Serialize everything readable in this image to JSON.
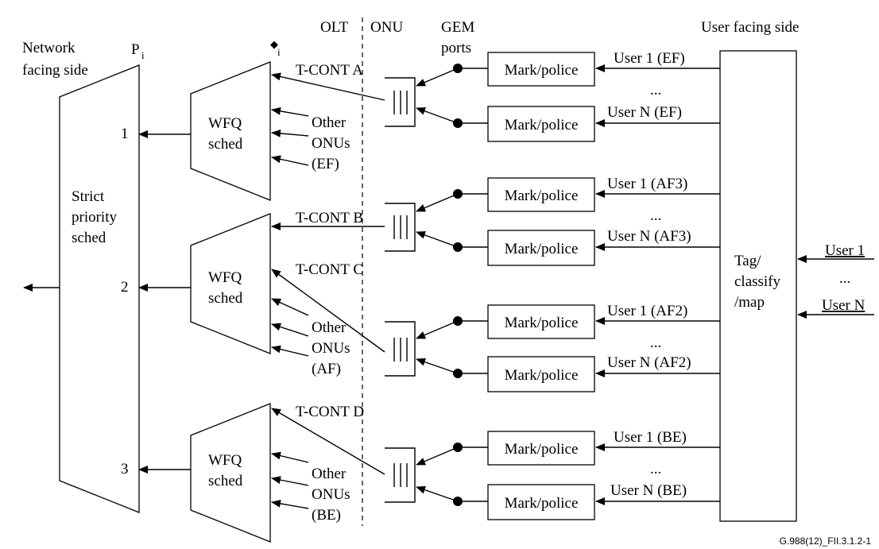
{
  "headers": {
    "network_side": [
      "Network",
      "facing side"
    ],
    "p_label": "P",
    "p_sub": "i",
    "phi_label": "◆",
    "phi_sub": "i",
    "olt": "OLT",
    "onu": "ONU",
    "gem": [
      "GEM",
      "ports"
    ],
    "user_side": "User facing side"
  },
  "strict": [
    "Strict",
    "priority",
    "sched"
  ],
  "priorities": [
    "1",
    "2",
    "3"
  ],
  "wfq": [
    {
      "label": [
        "WFQ",
        "sched"
      ],
      "other": [
        "Other",
        "ONUs",
        "(EF)"
      ],
      "tcont": "T-CONT A"
    },
    {
      "label": [
        "WFQ",
        "sched"
      ],
      "other": [
        "Other",
        "ONUs",
        "(AF)"
      ],
      "tcont": "T-CONT B"
    },
    {
      "label": [
        "WFQ",
        "sched"
      ],
      "other": [
        "Other",
        "ONUs",
        "(BE)"
      ],
      "tcont": "T-CONT D"
    }
  ],
  "tcont_c": "T-CONT C",
  "mark_label": "Mark/police",
  "flows": [
    {
      "top": "User 1 (EF)",
      "bottom": "User N (EF)"
    },
    {
      "top": "User 1 (AF3)",
      "bottom": "User N (AF3)"
    },
    {
      "top": "User 1 (AF2)",
      "bottom": "User N (AF2)"
    },
    {
      "top": "User 1 (BE)",
      "bottom": "User N (BE)"
    }
  ],
  "ellipsis": "...",
  "tag": [
    "Tag/",
    "classify",
    "/map"
  ],
  "users_in": {
    "first": "User 1",
    "dots": "...",
    "last": "User N"
  },
  "figure_id": "G.988(12)_FII.3.1.2-1"
}
